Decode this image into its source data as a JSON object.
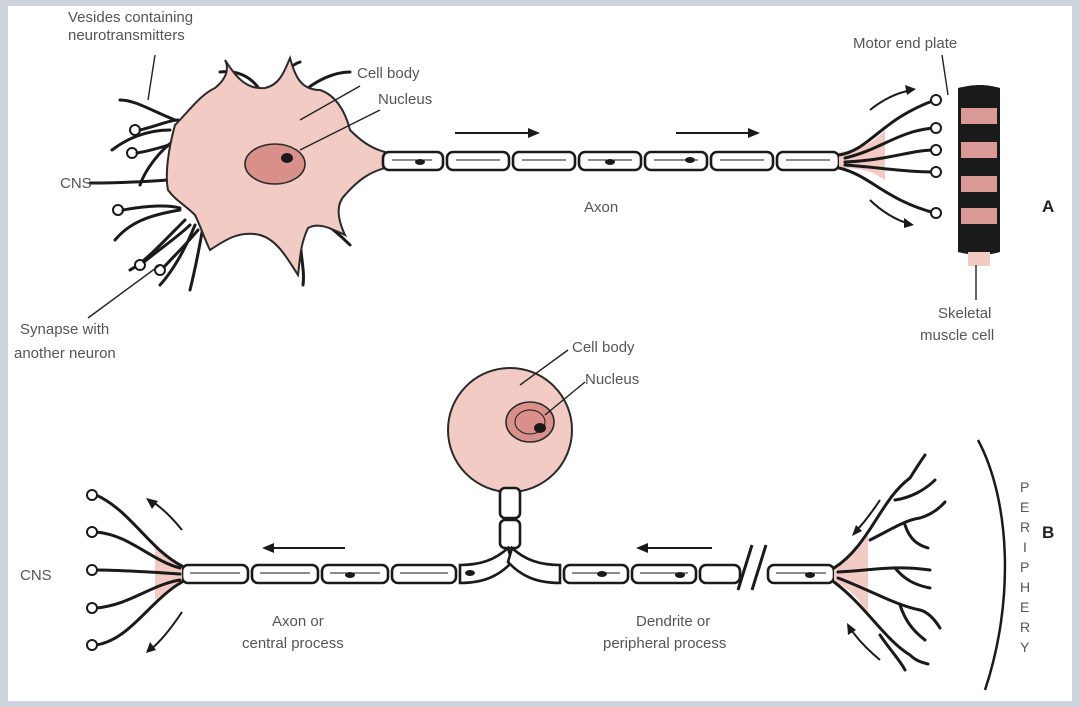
{
  "diagram": {
    "panel_a": {
      "panel_letter": "A",
      "labels": {
        "vesicles": [
          "Vesides containing",
          "neurotransmitters"
        ],
        "cell_body": "Cell body",
        "nucleus": "Nucleus",
        "cns": "CNS",
        "synapse": [
          "Synapse with",
          "another neuron"
        ],
        "axon": "Axon",
        "motor_end_plate": "Motor end plate",
        "skeletal_muscle": [
          "Skeletal",
          "muscle cell"
        ]
      }
    },
    "panel_b": {
      "panel_letter": "B",
      "labels": {
        "cell_body": "Cell body",
        "nucleus": "Nucleus",
        "cns": "CNS",
        "axon_central": [
          "Axon or",
          "central process"
        ],
        "dendrite_peripheral": [
          "Dendrite or",
          "peripheral process"
        ],
        "periphery": [
          "P",
          "E",
          "R",
          "I",
          "P",
          "H",
          "E",
          "R",
          "Y"
        ]
      }
    },
    "colors": {
      "soma_fill": "#f2cbc4",
      "nucleus_fill": "#d98f8a",
      "muscle_band": "#b86a6a",
      "background": "#cdd4dc"
    }
  }
}
